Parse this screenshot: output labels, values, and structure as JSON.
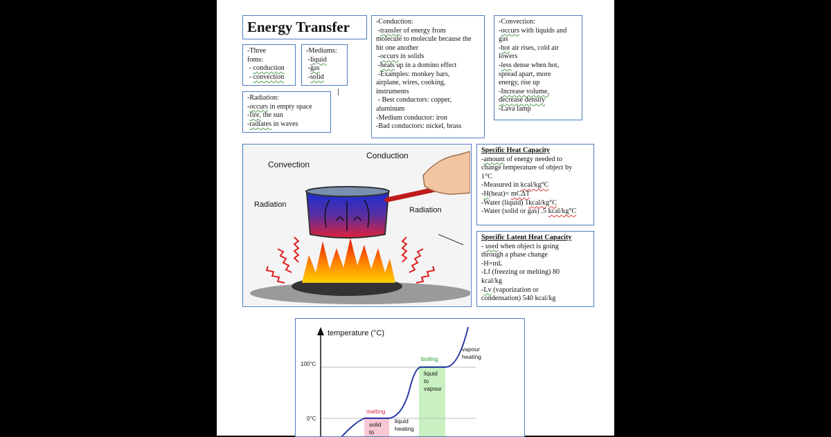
{
  "title": "Energy Transfer",
  "forms": {
    "lines": [
      "-Three",
      "foms:",
      " - ",
      " - "
    ],
    "items": [
      "conduction",
      "convection"
    ]
  },
  "mediums": {
    "head": "-Mediums:",
    "items": [
      "liquid",
      "gas",
      "solid"
    ]
  },
  "radiation": {
    "head": "-Radiation:",
    "l1a": "occurs",
    "l1b": " in empty space",
    "l2a": "fire,",
    "l2b": " the sun",
    "l3a": "radiates",
    "l3b": " in waves"
  },
  "conduction": {
    "head": "-Conduction:",
    "l1a": "transfer",
    "l1b": " of energy from",
    "l2": "molecule to molecule because the",
    "l3": "hit one another",
    "l4a": "occurs",
    "l4b": " in solids",
    "l5a": "heats",
    "l5b": " up in a domino effect",
    "l6": " -Examples: monkey bars,",
    "l7": "airplane, wires, cooking,",
    "l8": "instruments",
    "l9": " - Best conductors: copper,",
    "l10": "aluminum",
    "l11": "-Medium conductor: iron",
    "l12": "-Bad conductors: nickel, brass"
  },
  "convection": {
    "head": "-Convection:",
    "l1a": "occurs",
    "l1b": " with liquids and",
    "l2": "gas",
    "l3a": "hot",
    "l3b": " air rises, cold air",
    "l4": "lowers",
    "l5a": "less",
    "l5b": " dense when hot,",
    "l6": "spread apart, more",
    "l7": "energy, rise up",
    "l8": "Increase volume,",
    "l9": "decrease density",
    "l10": "-Lava lamp"
  },
  "specific_heat": {
    "head": "Specific Heat Capacity",
    "l1a": "amount",
    "l1b": " of energy needed to",
    "l2": "change temperature of object by",
    "l3": "1°C",
    "l4a": "-Measured in ",
    "l4b": "kcal/kg°C",
    "l5a": "H",
    "l5b": "(heat)= ",
    "l5c": "mCΔT",
    "l6a": "-Water (liquid) 1",
    "l6b": "kcal/kg°C",
    "l7a": "-Water (solid or gas) .5 ",
    "l7b": "kcal/kg°C"
  },
  "latent_heat": {
    "head": "Specific Latent Heat Capacity",
    "l1a": "used",
    "l1b": " when object is going",
    "l2": "through a phase change",
    "l3": "-H=mL",
    "l4": "-Lf (freezing or melting) 80",
    "l5": "kcal/kg",
    "l6a": "Lv",
    "l6b": " (vaporization or",
    "l7": "condensation) 540 kcal/kg"
  },
  "diagram": {
    "convection": "Convection",
    "conduction": "Conduction",
    "radiation_left": "Radiation",
    "radiation_right": "Radiation"
  },
  "graph": {
    "ylabel": "temperature (°C)",
    "tick_100": "100°C",
    "tick_0": "0°C",
    "boiling": "boiling",
    "vapour_heating_1": "vapour",
    "vapour_heating_2": "heating",
    "liquid_to_vapour": [
      "liquid",
      "to",
      "vapour"
    ],
    "melting": "melting",
    "solid_to": [
      "solid",
      "to"
    ],
    "liquid_heating": [
      "liquid",
      "heating"
    ]
  },
  "colors": {
    "border": "#4a7cc0",
    "melting": "#e0204a",
    "boiling": "#3aa030"
  }
}
